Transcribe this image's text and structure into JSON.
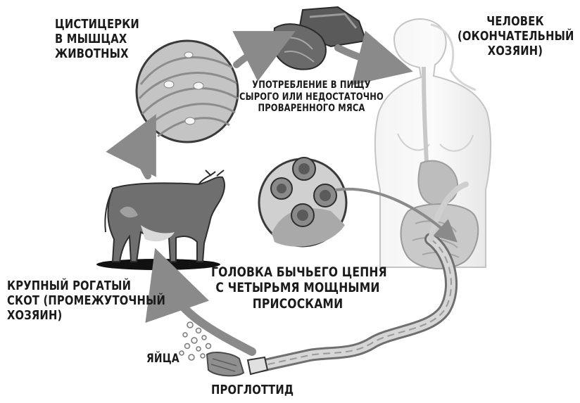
{
  "labels": {
    "cysticerci": [
      "ЦИСТИЦЕРКИ",
      "В МЫШЦАХ",
      "ЖИВОТНЫХ"
    ],
    "human": [
      "ЧЕЛОВЕК",
      "(ОКОНЧАТЕЛЬНЫЙ",
      "ХОЗЯИН)"
    ],
    "meat": [
      "УПОТРЕБЛЕНИЕ В ПИЩУ",
      "СЫРОГО ИЛИ НЕДОСТАТОЧНО",
      "ПРОВАРЕННОГО МЯСА"
    ],
    "scolex": [
      "ГОЛОВКА БЫЧЬЕГО ЦЕПНЯ",
      "С ЧЕТЫРЬМЯ МОЩНЫМИ",
      "ПРИСОСКАМИ"
    ],
    "cattle": [
      "КРУПНЫЙ РОГАТЫЙ",
      "СКОТ (ПРОМЕЖУТОЧНЫЙ",
      "ХОЗЯИН)"
    ],
    "eggs": "ЯЙЦА",
    "proglottid": "ПРОГЛОТТИД"
  },
  "colors": {
    "ink": "#1a1a1a",
    "arrow": "#8a8a8a",
    "skin": "#ececec",
    "muscle": "#cfcfcf"
  },
  "icons": [
    "muscle-cyst-circle",
    "raw-meat",
    "human-figure",
    "scolex-circle",
    "cow",
    "tapeworm",
    "proglottid-segment",
    "eggs-cluster"
  ]
}
